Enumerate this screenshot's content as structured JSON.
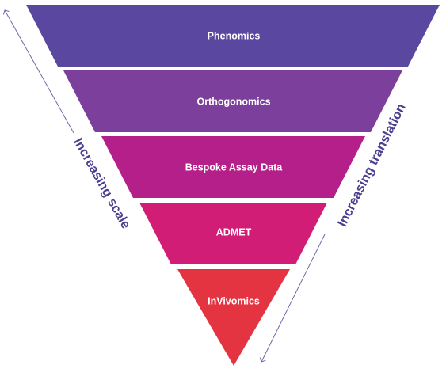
{
  "stages": [
    {
      "label": "Phenomics",
      "color": "#5a47a0"
    },
    {
      "label": "Orthogonomics",
      "color": "#7c3f9c"
    },
    {
      "label": "Bespoke Assay Data",
      "color": "#b51f8a"
    },
    {
      "label": "ADMET",
      "color": "#d21d76"
    },
    {
      "label": "InVivomics",
      "color": "#e43441"
    }
  ],
  "left_axis": {
    "label": "Increasing scale",
    "direction": "upward"
  },
  "right_axis": {
    "label": "Increasing translation",
    "direction": "downward"
  },
  "colors": {
    "axis_text": "#4b3f8f",
    "axis_line": "#7267a8"
  }
}
